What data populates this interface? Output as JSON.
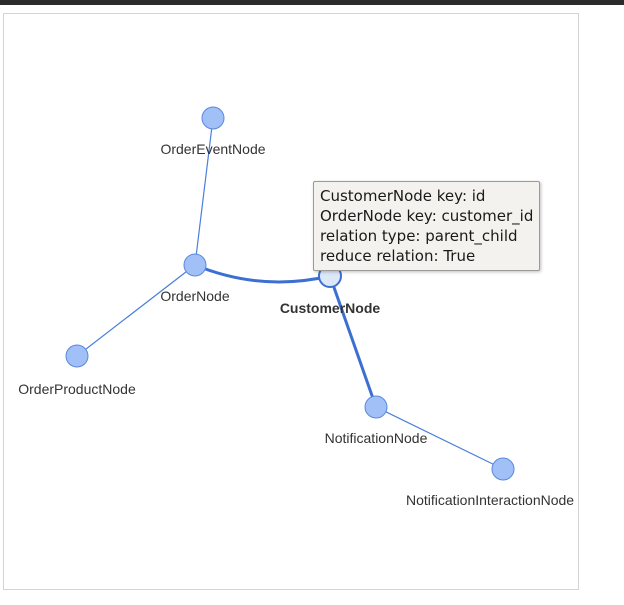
{
  "graph": {
    "nodes": [
      {
        "id": "OrderEventNode",
        "label": "OrderEventNode",
        "selected": false
      },
      {
        "id": "OrderNode",
        "label": "OrderNode",
        "selected": false
      },
      {
        "id": "CustomerNode",
        "label": "CustomerNode",
        "selected": true
      },
      {
        "id": "OrderProductNode",
        "label": "OrderProductNode",
        "selected": false
      },
      {
        "id": "NotificationNode",
        "label": "NotificationNode",
        "selected": false
      },
      {
        "id": "NotificationInteractionNode",
        "label": "NotificationInteractionNode",
        "selected": false
      }
    ],
    "edges": [
      {
        "from": "OrderNode",
        "to": "OrderEventNode",
        "highlighted": false
      },
      {
        "from": "CustomerNode",
        "to": "OrderNode",
        "highlighted": true
      },
      {
        "from": "OrderNode",
        "to": "OrderProductNode",
        "highlighted": false
      },
      {
        "from": "CustomerNode",
        "to": "NotificationNode",
        "highlighted": true
      },
      {
        "from": "NotificationNode",
        "to": "NotificationInteractionNode",
        "highlighted": false
      }
    ]
  },
  "tooltip": {
    "line1": "CustomerNode key: id",
    "line2": "OrderNode key: customer_id",
    "line3": "relation type: parent_child",
    "line4": "reduce relation: True"
  },
  "colors": {
    "node_fill": "#a0c0f7",
    "node_stroke": "#5a88dd",
    "selected_node_fill": "#dce7f8",
    "edge": "#4a7fdb",
    "edge_highlight": "#3b6fd1"
  }
}
